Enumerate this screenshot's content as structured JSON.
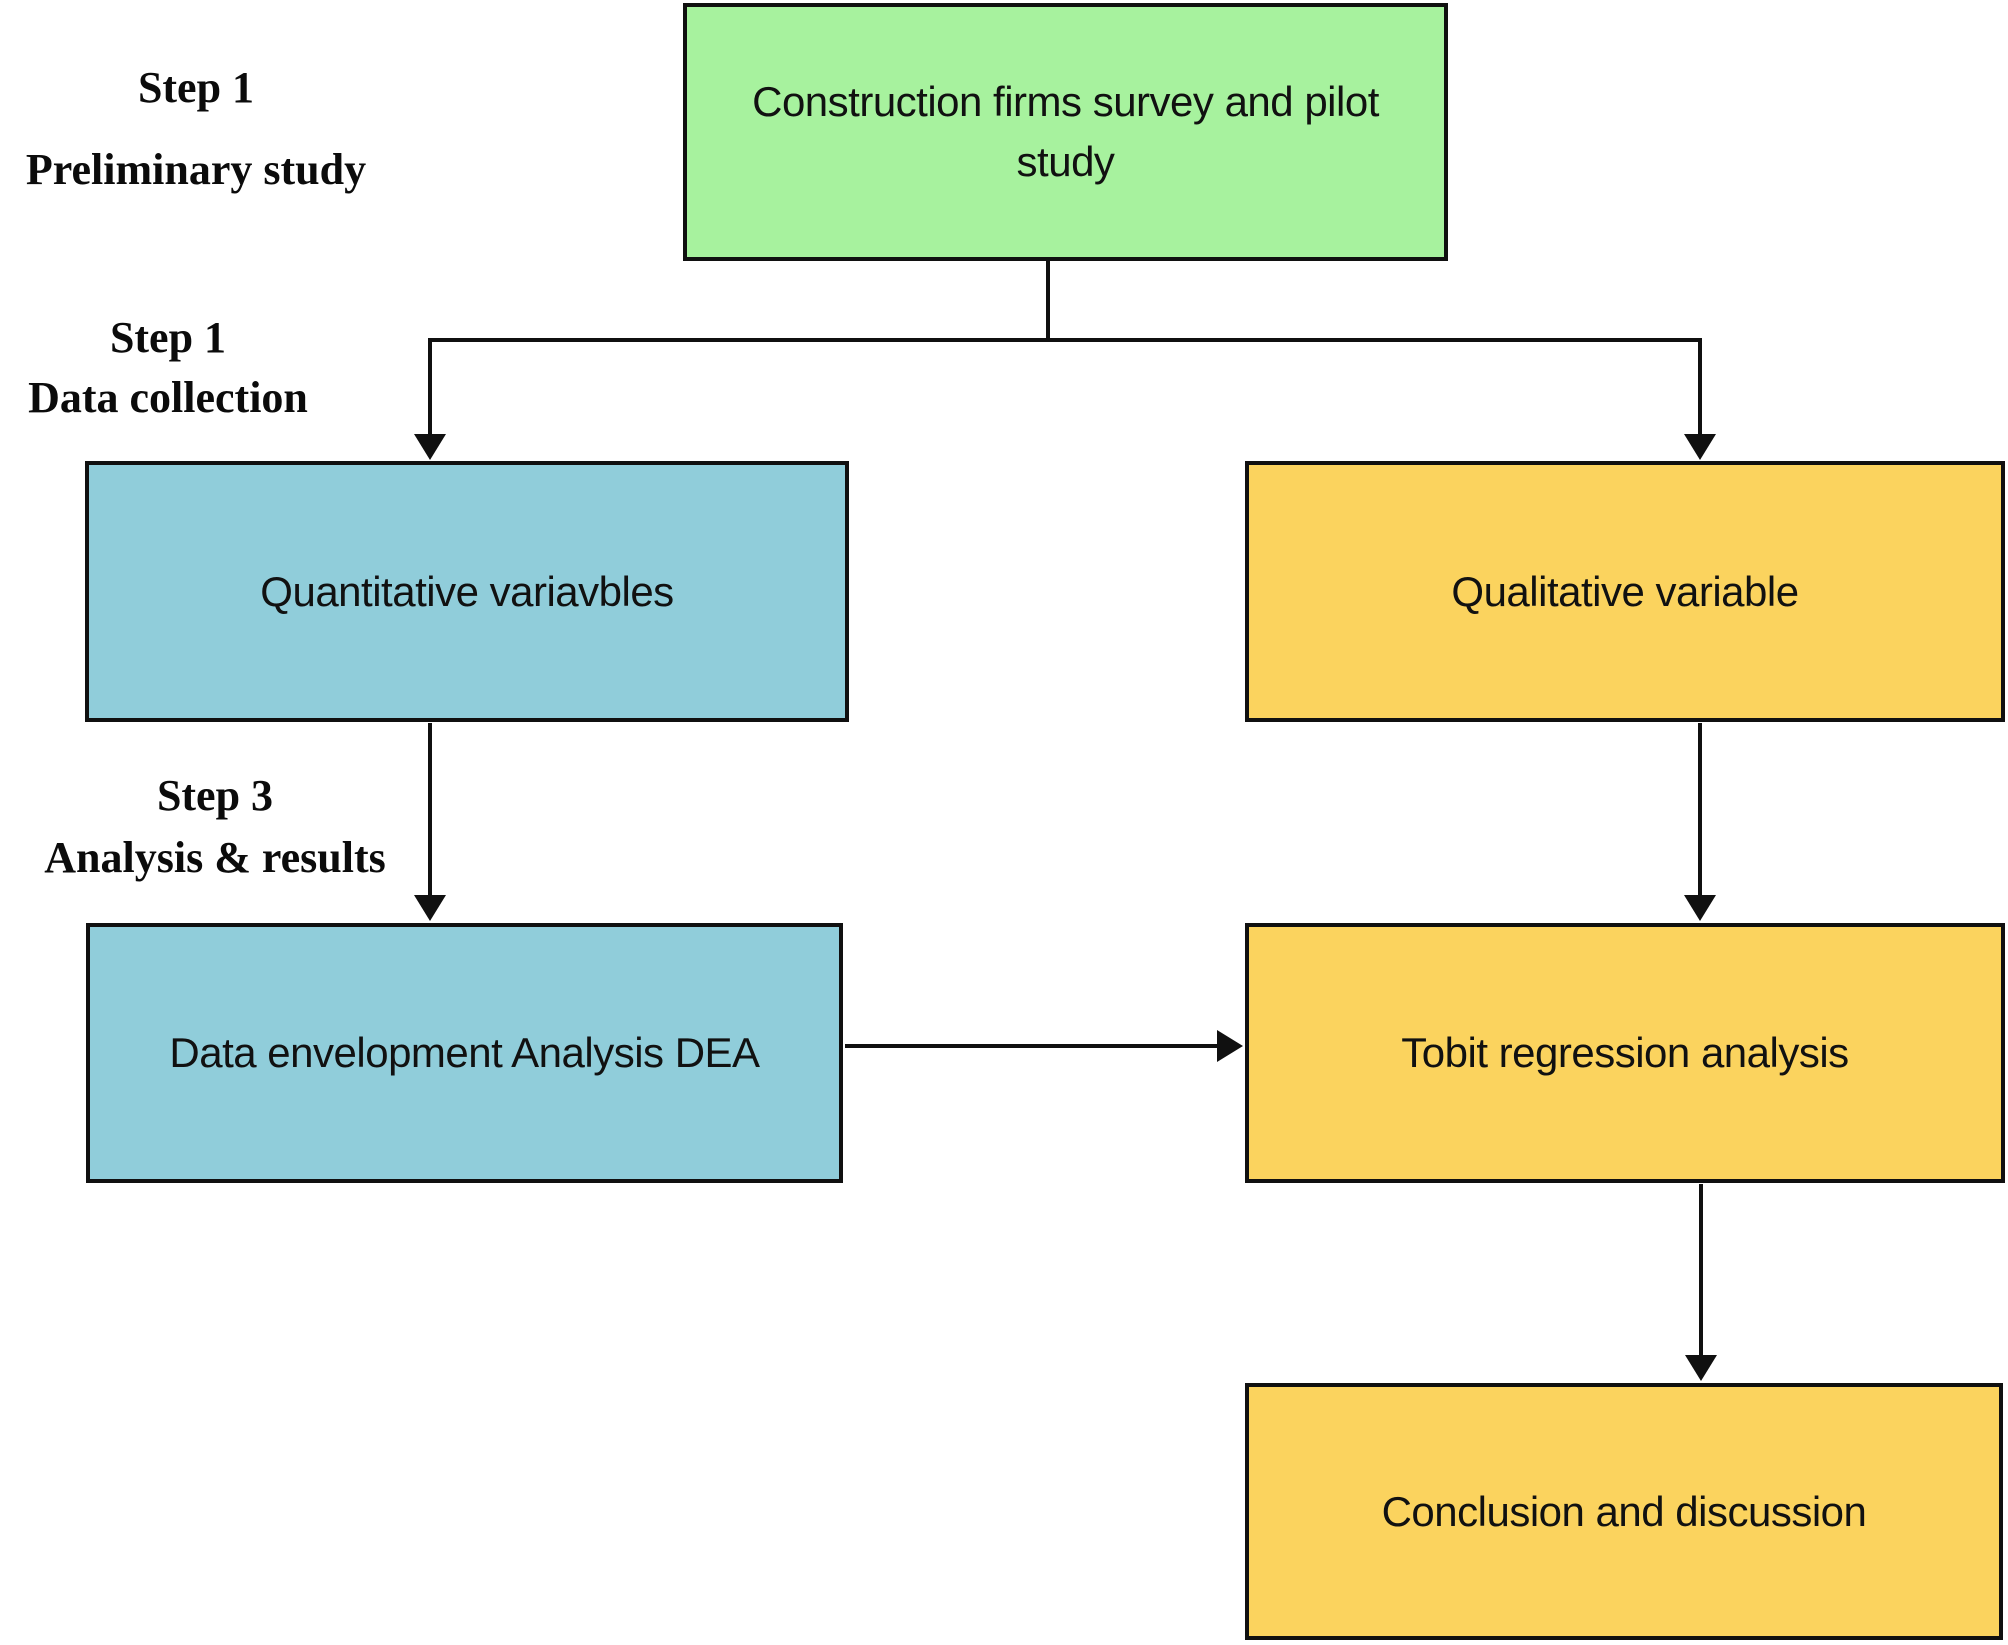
{
  "diagram": {
    "step_labels": [
      {
        "line1": "Step 1",
        "line2": "Preliminary study"
      },
      {
        "line1": "Step 1",
        "line2": "Data collection"
      },
      {
        "line1": "Step 3",
        "line2": "Analysis & results"
      }
    ],
    "nodes": {
      "survey": {
        "lines": [
          "Construction firms survey and pilot",
          "study"
        ],
        "fill": "#a7f29e"
      },
      "quantitative": {
        "label": "Quantitative variavbles",
        "fill": "#90cdda"
      },
      "qualitative": {
        "label": "Qualitative variable",
        "fill": "#fbd35e"
      },
      "dea": {
        "label": "Data envelopment Analysis DEA",
        "fill": "#90cdda"
      },
      "tobit": {
        "label": "Tobit regression analysis",
        "fill": "#fbd35e"
      },
      "conclusion": {
        "label": "Conclusion and discussion",
        "fill": "#fbd35e"
      }
    },
    "line_color": "#101010",
    "border_color": "#101010",
    "background_color": "#ffffff"
  }
}
